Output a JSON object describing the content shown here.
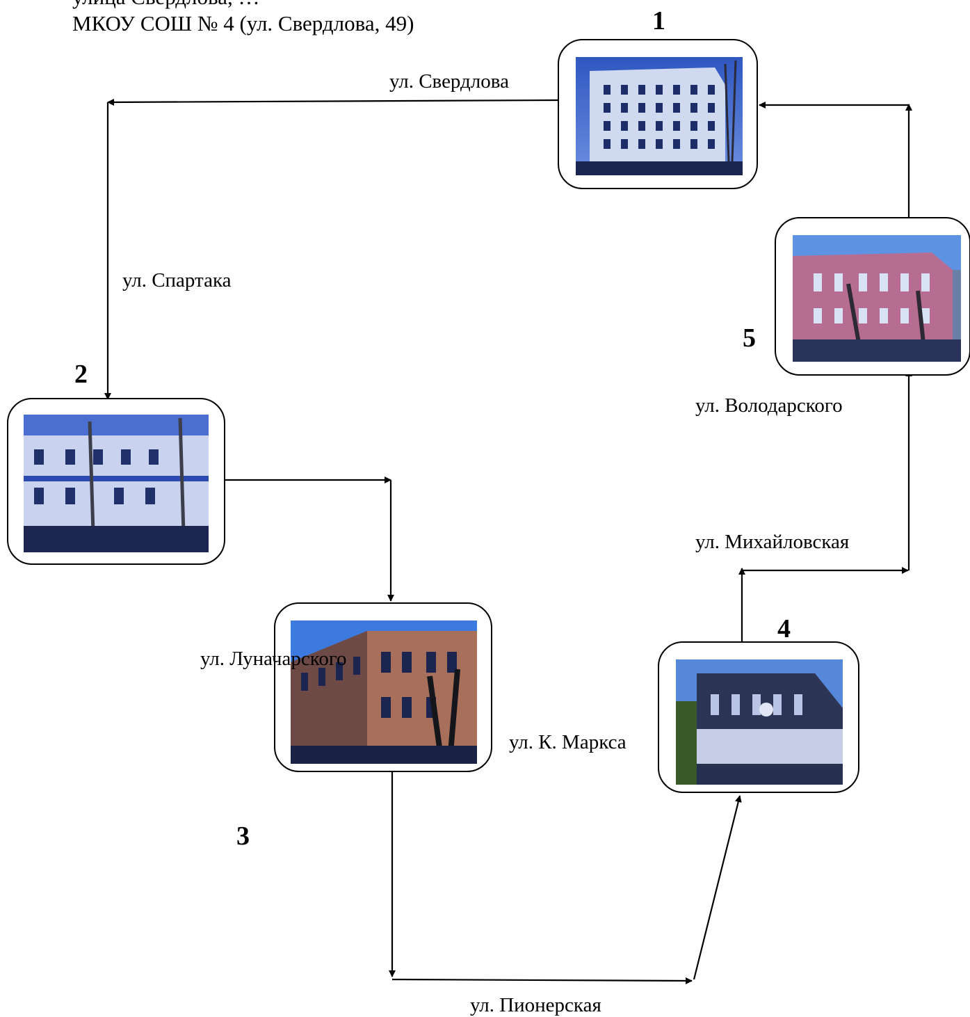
{
  "header": {
    "line1": "улица Свердлова, …",
    "line2": "МКОУ СОШ № 4 (ул. Свердлова, 49)"
  },
  "stops": [
    {
      "number": "1",
      "photo": "school-building-photo"
    },
    {
      "number": "2",
      "photo": "two-storey-building-photo"
    },
    {
      "number": "3",
      "photo": "brick-corner-building-photo"
    },
    {
      "number": "4",
      "photo": "wooden-house-photo"
    },
    {
      "number": "5",
      "photo": "pink-two-storey-building-photo"
    }
  ],
  "streets": {
    "sverdlova": "ул. Свердлова",
    "spartaka": "ул. Спартака",
    "lunacharskogo": "ул. Луначарского",
    "pionerskaya": "ул. Пионерская",
    "k_marksa": "ул. К. Маркса",
    "mikhailovskaya": "ул. Михайловская",
    "volodarskogo": "ул. Володарского"
  },
  "colors": {
    "line": "#000000",
    "sky": "#3a66c6",
    "ground": "#1a2550"
  }
}
